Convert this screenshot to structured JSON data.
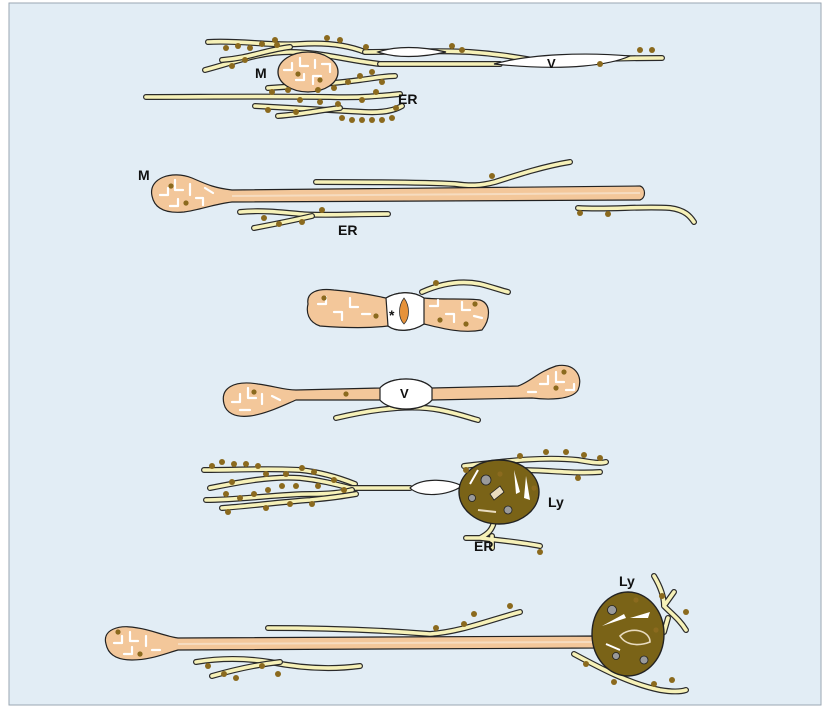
{
  "figure": {
    "background": "#e2edf5",
    "border_color": "#9aa6b2",
    "colors": {
      "mitochondrion": "#f3c79a",
      "cristae": "#ffffff",
      "er": "#f6f1b8",
      "ribosome": "#8b6a1e",
      "lysosome": "#7a6317",
      "vacuole": "#ffffff"
    }
  },
  "labels": {
    "row1_m": "M",
    "row1_v": "V",
    "row1_er": "ER",
    "row2_m": "M",
    "row2_er": "ER",
    "row3_star": "*",
    "row4_v": "V",
    "row5_ly": "Ly",
    "row5_er": "ER",
    "row6_ly": "Ly"
  }
}
